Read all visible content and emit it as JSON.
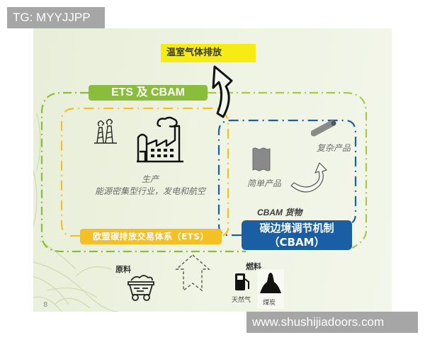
{
  "watermarks": {
    "top_left": "TG: MYYJJPP",
    "bottom_right": "www.shushijiadoors.com"
  },
  "slide": {
    "page_number": "8",
    "emission_label": "温室气体排放",
    "ets_cbam_header": "ETS 及 CBAM",
    "production": {
      "title": "生产",
      "subtitle": "能源密集型行业，发电和航空"
    },
    "ets_label": "欧盟碳排放交易体系（ETS）",
    "cbam": {
      "simple_product": "简单产品",
      "complex_product": "复杂产品",
      "goods_label": "CBAM 货物",
      "box_line1": "碳边境调节机制",
      "box_line2": "（CBAM）"
    },
    "inputs": {
      "raw_material": "原料",
      "fuel": "燃料",
      "natural_gas": "天然气",
      "coal": "煤炭"
    },
    "colors": {
      "green_boundary": "#8bbd3c",
      "yellow_boundary": "#f5c026",
      "blue_boundary": "#1a5fa6",
      "emission_highlight": "#f6ec14"
    }
  }
}
